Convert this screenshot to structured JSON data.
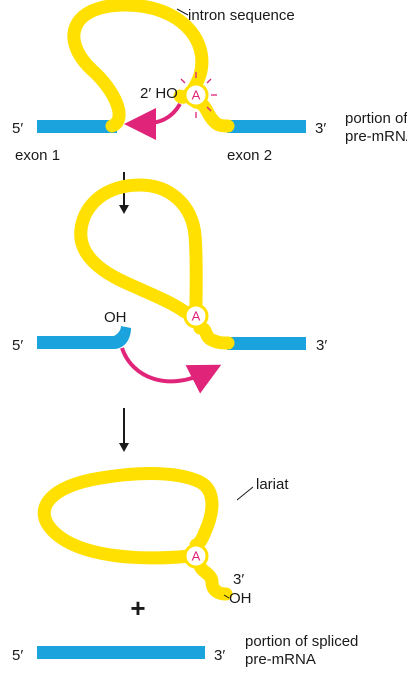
{
  "labels": {
    "intron_sequence": "intron sequence",
    "prime5": "5′",
    "prime3": "3′",
    "exon1": "exon 1",
    "exon2": "exon 2",
    "portion_of_line1": "portion of",
    "portion_of_line2": "pre-mRNA",
    "two_prime_ho": "2′ HO",
    "adenine": "A",
    "oh": "OH",
    "lariat": "lariat",
    "plus": "+",
    "spliced_line1": "portion of spliced",
    "spliced_line2": "pre-mRNA"
  },
  "colors": {
    "intron": "#ffe000",
    "exon": "#1aa3dc",
    "arrow": "#e0247a",
    "text": "#1a1a1a"
  }
}
